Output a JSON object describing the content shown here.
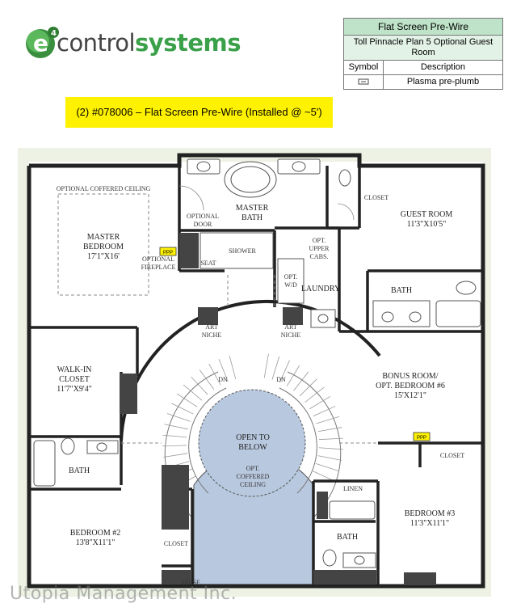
{
  "logo": {
    "text_left": "control",
    "text_right": "systems",
    "badge": "e",
    "badge_sup": "4"
  },
  "legend": {
    "title": "Flat Screen Pre-Wire",
    "subtitle": "Toll Pinnacle Plan 5 Optional Guest Room",
    "col_symbol": "Symbol",
    "col_description": "Description",
    "row_description": "Plasma pre-plumb",
    "row_symbol_icon": "plasma-icon"
  },
  "banner": {
    "text": "(2) #078006 – Flat Screen Pre-Wire (Installed @ ~5')",
    "color": "#fff200"
  },
  "plan": {
    "optional_coffered_ceiling": "OPTIONAL COFFERED CEILING",
    "master_bedroom": "MASTER",
    "master_bedroom_2": "BEDROOM",
    "master_bedroom_dim": "17'1\"X16'",
    "optional_door_1": "OPTIONAL",
    "optional_door_2": "DOOR",
    "master_bath_1": "MASTER",
    "master_bath_2": "BATH",
    "shower": "SHOWER",
    "seat": "SEAT",
    "optional_fireplace_1": "OPTIONAL",
    "optional_fireplace_2": "FIREPLACE",
    "closet": "CLOSET",
    "guest_room": "GUEST ROOM",
    "guest_room_dim": "11'3\"X10'5\"",
    "opt_upper_cabs_1": "OPT.",
    "opt_upper_cabs_2": "UPPER",
    "opt_upper_cabs_3": "CABS.",
    "opt_wd_1": "OPT.",
    "opt_wd_2": "W/D",
    "laundry": "LAUNDRY",
    "bath": "BATH",
    "art_niche_1": "ART",
    "art_niche_2": "NICHE",
    "walk_in_closet_1": "WALK-IN",
    "walk_in_closet_2": "CLOSET",
    "walk_in_closet_dim": "11'7\"X9'4\"",
    "dn": "DN",
    "bonus_room_1": "BONUS ROOM/",
    "bonus_room_2": "OPT. BEDROOM #6",
    "bonus_room_dim": "15'X12'1\"",
    "open_to_below_1": "OPEN TO",
    "open_to_below_2": "BELOW",
    "opt_coffered_1": "OPT.",
    "opt_coffered_2": "COFFERED",
    "opt_coffered_3": "CEILING",
    "linen": "LINEN",
    "bedroom3": "BEDROOM #3",
    "bedroom3_dim": "11'3\"X11'1\"",
    "bedroom2": "BEDROOM #2",
    "bedroom2_dim": "13'8\"X11'1\"",
    "false": "FALSE",
    "ppp": "PPP"
  },
  "watermark": {
    "text": "Utopia Management Inc."
  },
  "colors": {
    "wall": "#222222",
    "floor": "#ffffff",
    "open_below": "#b8c8de",
    "margin": "#eaf0e0",
    "ppp": "#fff200"
  }
}
